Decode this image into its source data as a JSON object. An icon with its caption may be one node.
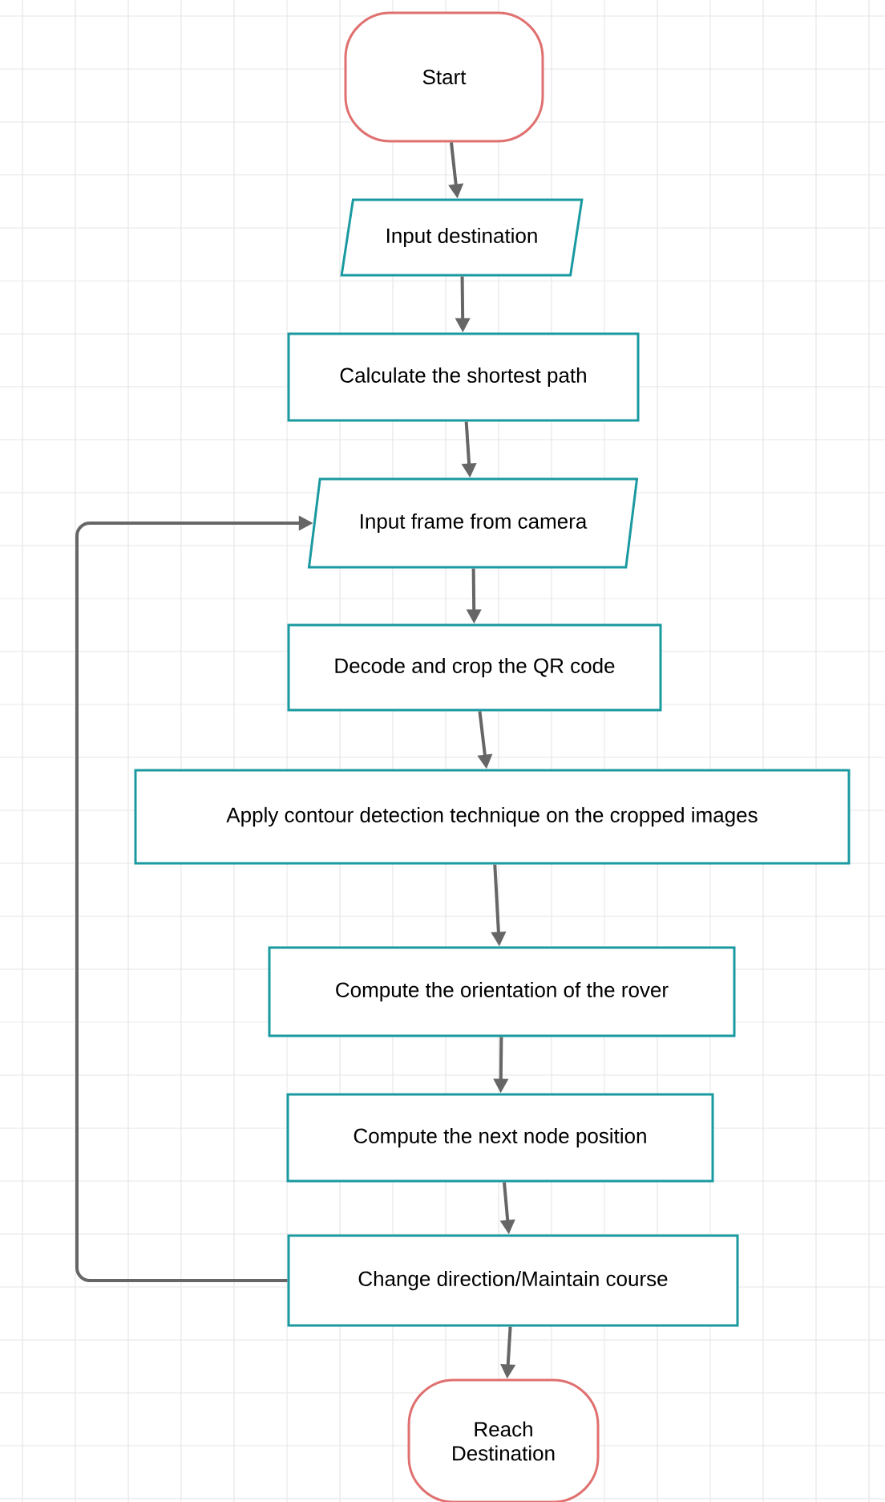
{
  "diagram": {
    "nodes": [
      {
        "text": [
          "Start"
        ]
      },
      {
        "text": [
          "Input destination"
        ]
      },
      {
        "text": [
          "Calculate the shortest path"
        ]
      },
      {
        "text": [
          "Input frame from camera"
        ]
      },
      {
        "text": [
          "Decode and crop the QR code"
        ]
      },
      {
        "text": [
          "Apply contour detection technique on the cropped images"
        ]
      },
      {
        "text": [
          "Compute the orientation of the rover"
        ]
      },
      {
        "text": [
          "Compute the next node position"
        ]
      },
      {
        "text": [
          "Change direction/Maintain course"
        ]
      },
      {
        "text": [
          "Reach Destination"
        ]
      }
    ],
    "edges": [
      {
        "from": 0,
        "to": 1,
        "arrow": "to"
      },
      {
        "from": 1,
        "to": 2,
        "arrow": "to"
      },
      {
        "from": 2,
        "to": 3,
        "arrow": "to"
      },
      {
        "from": 3,
        "to": 4,
        "arrow": "to"
      },
      {
        "from": 4,
        "to": 5,
        "arrow": "to"
      },
      {
        "from": 5,
        "to": 6,
        "arrow": "to"
      },
      {
        "from": 6,
        "to": 7,
        "arrow": "to"
      },
      {
        "from": 7,
        "to": 8,
        "arrow": "to"
      },
      {
        "from": 8,
        "to": 9,
        "arrow": "to"
      },
      {
        "from": 8,
        "to": 3,
        "arrow": "to"
      }
    ]
  }
}
